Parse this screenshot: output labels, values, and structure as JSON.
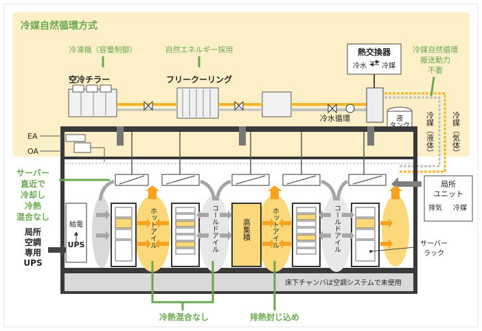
{
  "title": "冷媒自然循環方式",
  "labels": {
    "refrigerator": "冷凍機（容量制御）",
    "natural_energy": "自然エネルギー採用",
    "air_chiller": "空冷チラー",
    "free_cooling": "フリークーリング",
    "heat_exchanger": "熱交換器",
    "hx_water": "冷水",
    "hx_refrigerant": "冷媒",
    "no_power": [
      "冷媒自然循環",
      "搬送動力",
      "不要"
    ],
    "cold_water_loop": "冷水循環",
    "liquid_tank": [
      "液",
      "タンク"
    ],
    "refrigerant_liquid": "冷媒（液体）",
    "refrigerant_gas": "冷媒（気体）",
    "ea": "EA",
    "oa": "OA",
    "server_cooling": [
      "サーバー",
      "直近で",
      "冷却し",
      "冷熱",
      "混合なし"
    ],
    "local_ac_ups": [
      "局所",
      "空調",
      "専用",
      "UPS"
    ],
    "power_feed": "給電",
    "ups": "UPS",
    "hot_aisle": "ホットアイル",
    "cold_aisle": "コールドアイル",
    "high_density": "高集積",
    "local_unit": [
      "局所",
      "ユニット"
    ],
    "exhaust": "排気",
    "cooling": "冷媒",
    "server_rack": [
      "サーバー",
      "ラック"
    ],
    "underfloor": "床下チャンバは空調システムで未使用",
    "no_mixing": "冷熱混合なし",
    "heat_containment": "排熱封じ込め"
  },
  "colors": {
    "zone_bg": "#fdf0c8",
    "accent_green": "#6aa84f",
    "pipe_orange": "#f5b225",
    "hot_air": "#f7a21c",
    "dark": "#333333"
  }
}
